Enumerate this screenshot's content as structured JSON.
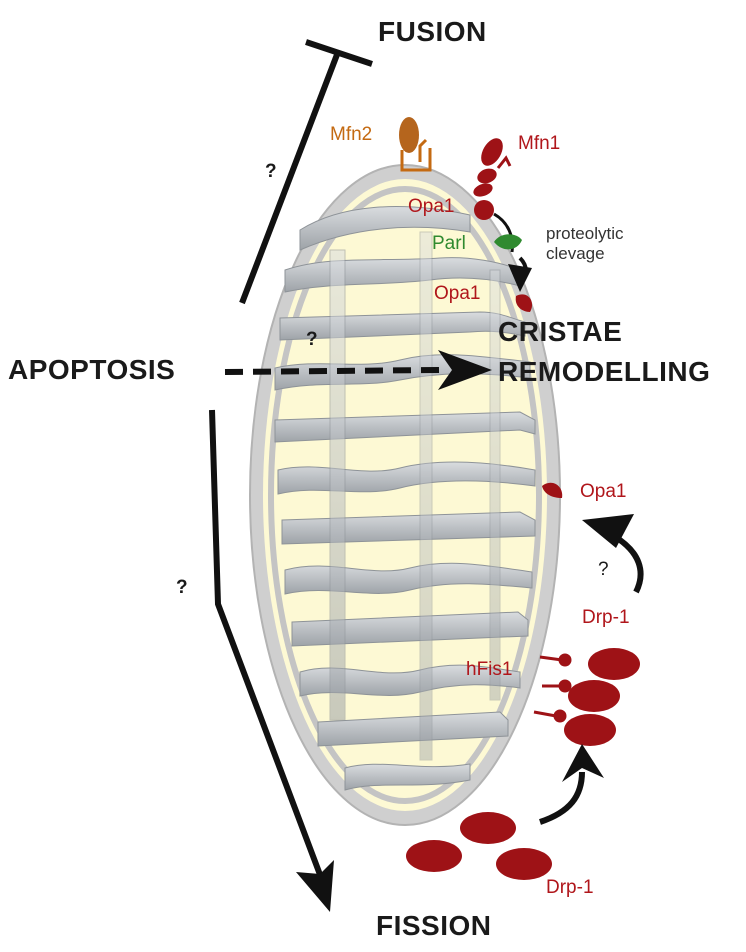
{
  "labels": {
    "fusion": "FUSION",
    "fission": "FISSION",
    "apoptosis": "APOPTOSIS",
    "cristae_line1": "CRISTAE",
    "cristae_line2": "REMODELLING",
    "mfn2": "Mfn2",
    "mfn1": "Mfn1",
    "opa1_top": "Opa1",
    "parl": "Parl",
    "proteolytic_line1": "proteolytic",
    "proteolytic_line2": "clevage",
    "opa1_cleaved": "Opa1",
    "opa1_right": "Opa1",
    "drp1_upper": "Drp-1",
    "hfis1": "hFis1",
    "drp1_lower": "Drp-1",
    "q_fusion": "?",
    "q_cristae": "?",
    "q_fission": "?",
    "q_opa1": "?"
  },
  "colors": {
    "protein_red": "#9e1216",
    "label_red": "#b0161b",
    "mfn2_orange": "#b5651d",
    "parl_green": "#2f8a2f",
    "matrix_yellow": "#fdf9d4",
    "membrane_grey": "#c9c9c9",
    "cristae_grey": "#b4b8bc",
    "arrow_black": "#111111"
  }
}
